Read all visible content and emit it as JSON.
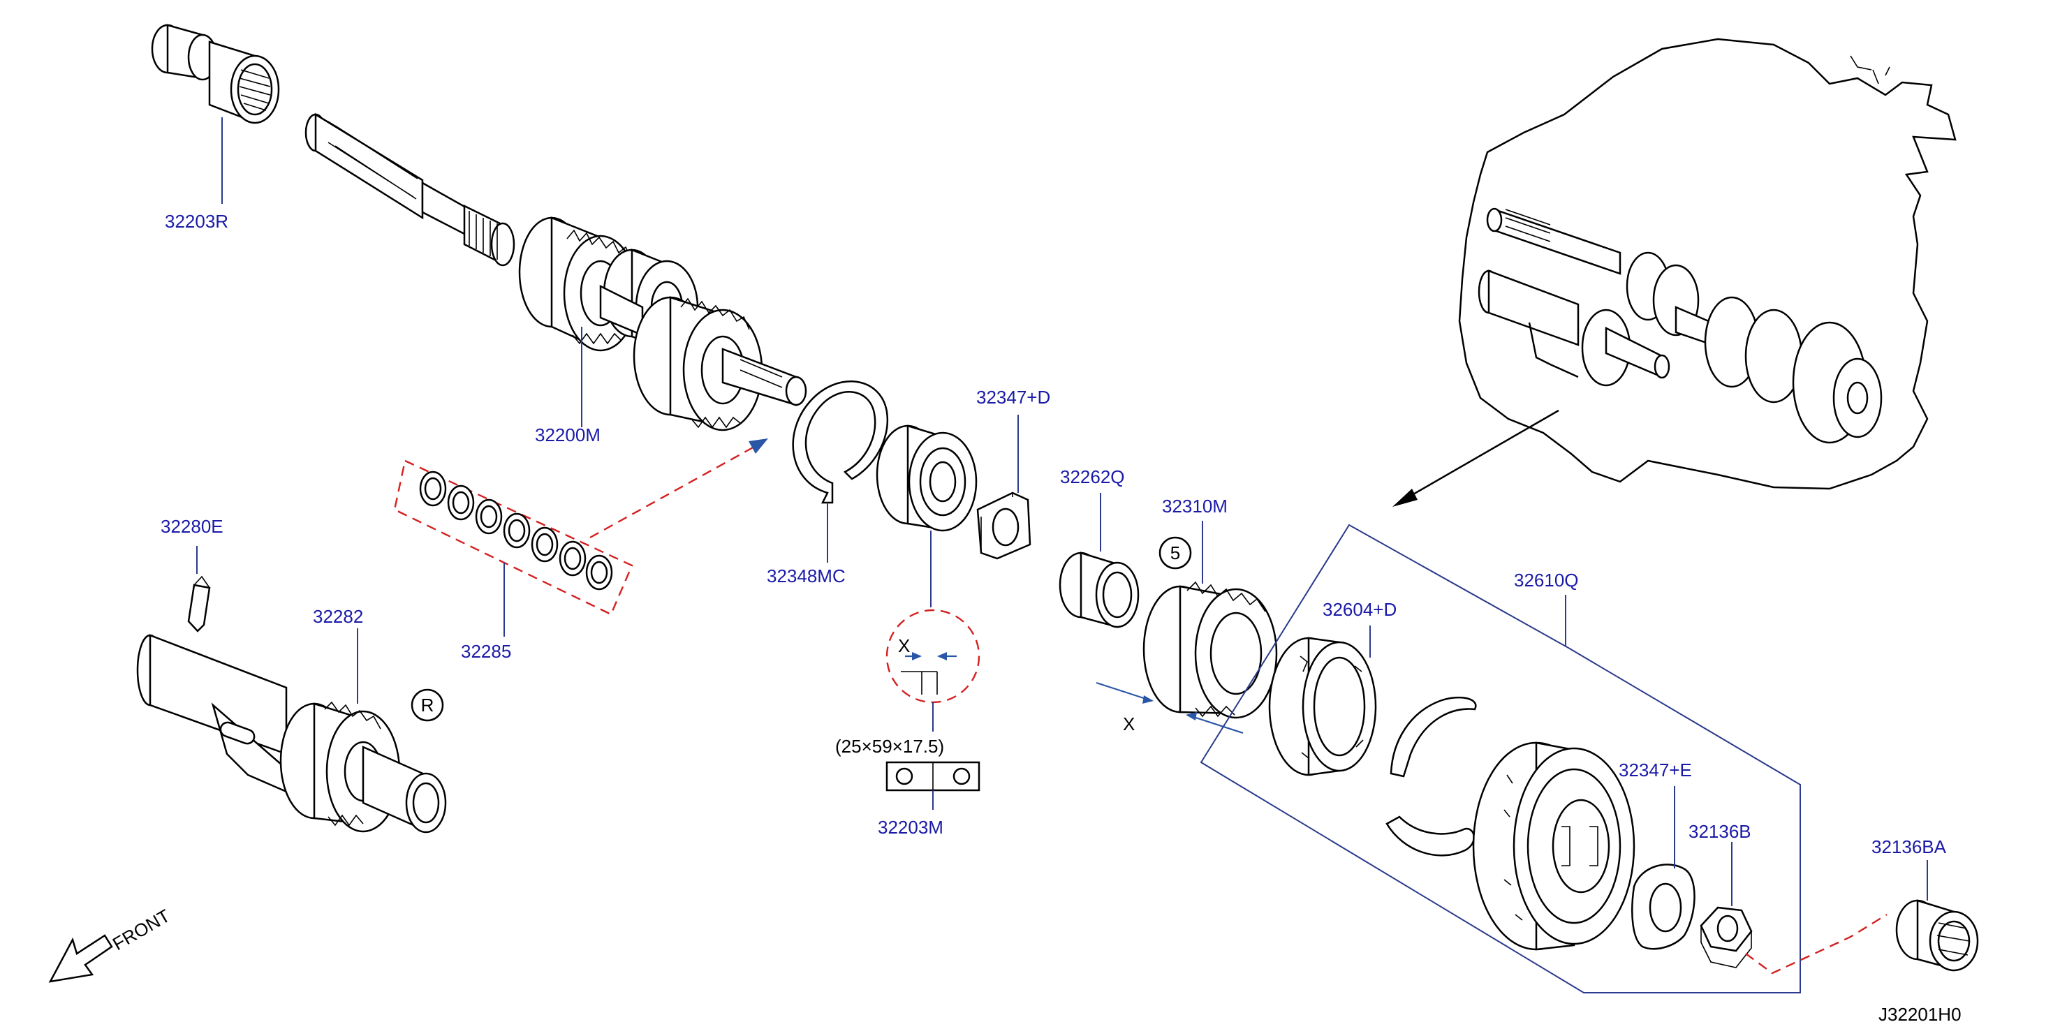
{
  "parts": {
    "p32203R": "32203R",
    "p32200M": "32200M",
    "p32285": "32285",
    "p32280E": "32280E",
    "p32282": "32282",
    "p32348MC": "32348MC",
    "p32347D": "32347+D",
    "p32203M": "32203M",
    "p32262Q": "32262Q",
    "p32310M": "32310M",
    "p32604D": "32604+D",
    "p32610Q": "32610Q",
    "p32347E": "32347+E",
    "p32136B": "32136B",
    "p32136BA": "32136BA"
  },
  "bearing_spec": "(25×59×17.5)",
  "dimension_mark": "X",
  "badges": {
    "gear_number": "5",
    "reverse": "R"
  },
  "direction_label": "FRONT",
  "diagram_code": "J32201H0",
  "colors": {
    "part_label": "#1a1aa8",
    "leader_line": "#2a3a8c",
    "dashed_reference": "#d42020",
    "arrow": "#2a56a8"
  }
}
